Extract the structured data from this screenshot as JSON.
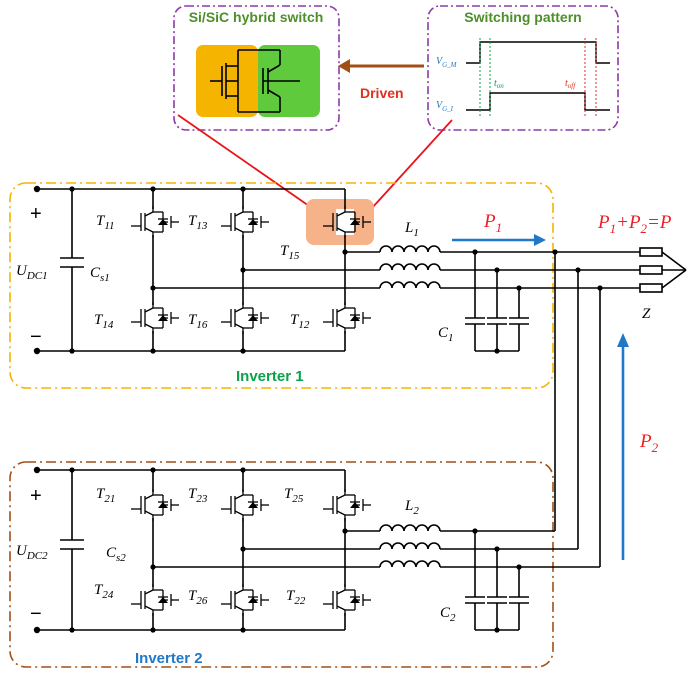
{
  "popup_left": {
    "title": "Si/SiC hybrid switch"
  },
  "popup_right": {
    "title": "Switching pattern",
    "sig_m": "V",
    "sig_m_sub": "G_M",
    "sig_i": "V",
    "sig_i_sub": "G_I",
    "t_on": "t",
    "t_on_sub": "on",
    "t_off": "t",
    "t_off_sub": "off"
  },
  "driven_label": "Driven",
  "inverter1": {
    "name": "Inverter 1",
    "dc": "U",
    "dc_sub": "DC1",
    "cs": "C",
    "cs_sub": "s1",
    "plus": "+",
    "minus": "−",
    "switches_top": [
      {
        "t": "T",
        "s": "11"
      },
      {
        "t": "T",
        "s": "13"
      },
      {
        "t": "T",
        "s": "15"
      }
    ],
    "switches_bot": [
      {
        "t": "T",
        "s": "14"
      },
      {
        "t": "T",
        "s": "16"
      },
      {
        "t": "T",
        "s": "12"
      }
    ],
    "inductor": "L",
    "inductor_sub": "1",
    "cap": "C",
    "cap_sub": "1",
    "power": "P",
    "power_sub": "1"
  },
  "inverter2": {
    "name": "Inverter 2",
    "dc": "U",
    "dc_sub": "DC2",
    "cs": "C",
    "cs_sub": "s2",
    "plus": "+",
    "minus": "−",
    "switches_top": [
      {
        "t": "T",
        "s": "21"
      },
      {
        "t": "T",
        "s": "23"
      },
      {
        "t": "T",
        "s": "25"
      }
    ],
    "switches_bot": [
      {
        "t": "T",
        "s": "24"
      },
      {
        "t": "T",
        "s": "26"
      },
      {
        "t": "T",
        "s": "22"
      }
    ],
    "inductor": "L",
    "inductor_sub": "2",
    "cap": "C",
    "cap_sub": "2",
    "power": "P",
    "power_sub": "2"
  },
  "load": {
    "equation_p1": "P",
    "equation_p1_sub": "1",
    "plus": "+",
    "equation_p2": "P",
    "equation_p2_sub": "2",
    "eq": "=P",
    "z": "Z"
  },
  "colors": {
    "inv1_box": "#f5b400",
    "inv2_box": "#a14f17",
    "popup": "#8e3aa8",
    "red_line": "#e8141c",
    "blue_arrow": "#1f78c8",
    "si": "#f5b400",
    "sic": "#5fcb3c",
    "highlight": "#f6b38a",
    "driven_arrow": "#a14f17"
  }
}
